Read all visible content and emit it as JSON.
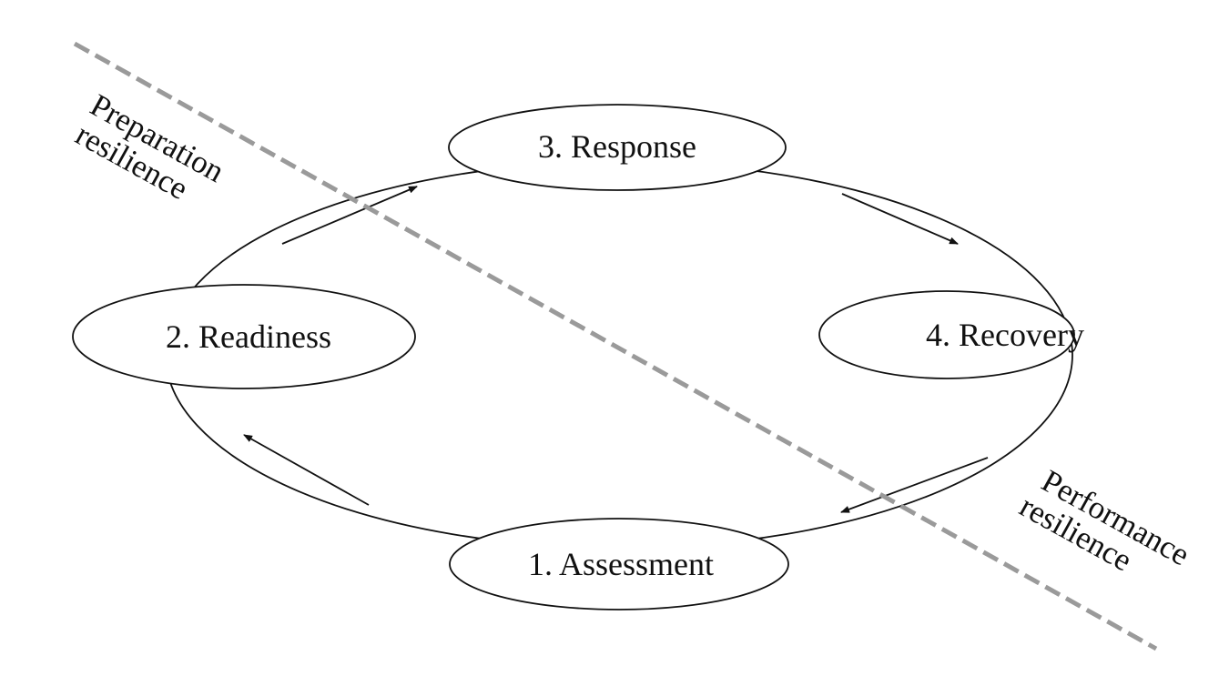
{
  "stages": [
    {
      "id": "assessment",
      "label": "1. Assessment"
    },
    {
      "id": "readiness",
      "label": "2. Readiness"
    },
    {
      "id": "response",
      "label": "3. Response"
    },
    {
      "id": "recovery",
      "label": "4. Recovery"
    }
  ],
  "zones": {
    "preparation": {
      "line1": "Preparation",
      "line2": "resilience"
    },
    "performance": {
      "line1": "Performance",
      "line2": "resilience"
    }
  },
  "colors": {
    "stroke": "#111111",
    "divider": "#9a9a9a",
    "text": "#111111",
    "background": "#ffffff"
  }
}
